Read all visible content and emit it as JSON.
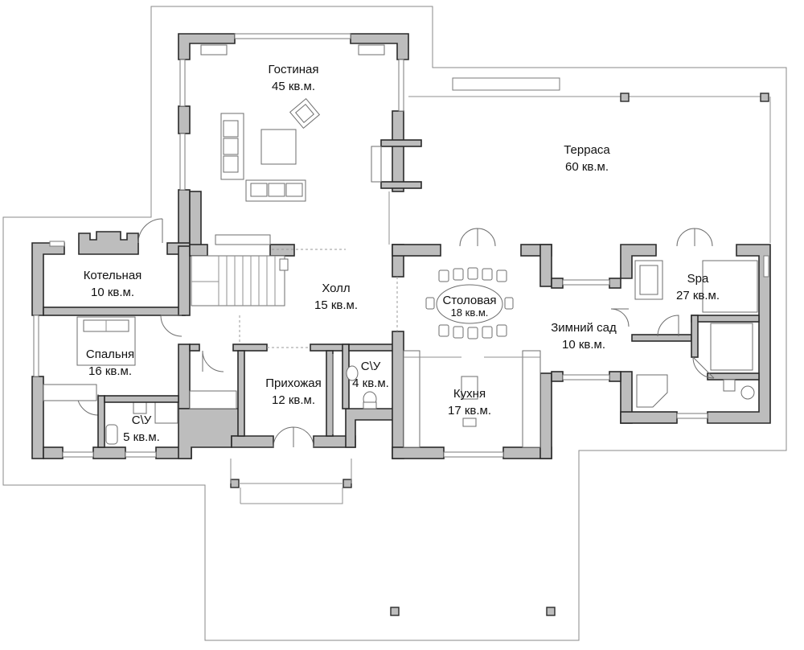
{
  "rooms": {
    "gostinaya": {
      "name": "Гостиная",
      "area": "45 кв.м."
    },
    "terrasa": {
      "name": "Терраса",
      "area": "60 кв.м."
    },
    "kotelnaya": {
      "name": "Котельная",
      "area": "10 кв.м."
    },
    "holl": {
      "name": "Холл",
      "area": "15 кв.м."
    },
    "stolovaya": {
      "name": "Столовая",
      "area": "18 кв.м."
    },
    "zimniy_sad": {
      "name": "Зимний сад",
      "area": "10 кв.м."
    },
    "spa": {
      "name": "Spa",
      "area": "27 кв.м."
    },
    "spalnya": {
      "name": "Спальня",
      "area": "16 кв.м."
    },
    "prihozhaya": {
      "name": "Прихожая",
      "area": "12 кв.м."
    },
    "su_small": {
      "name": "С\\У",
      "area": "4 кв.м."
    },
    "su_bedroom": {
      "name": "С\\У",
      "area": "5 кв.м."
    },
    "kuhnya": {
      "name": "Кухня",
      "area": "17 кв.м."
    }
  },
  "colors": {
    "wall_fill": "#bdbdbd",
    "wall_stroke": "#2a2a2a",
    "outline": "#8a8a8a"
  }
}
